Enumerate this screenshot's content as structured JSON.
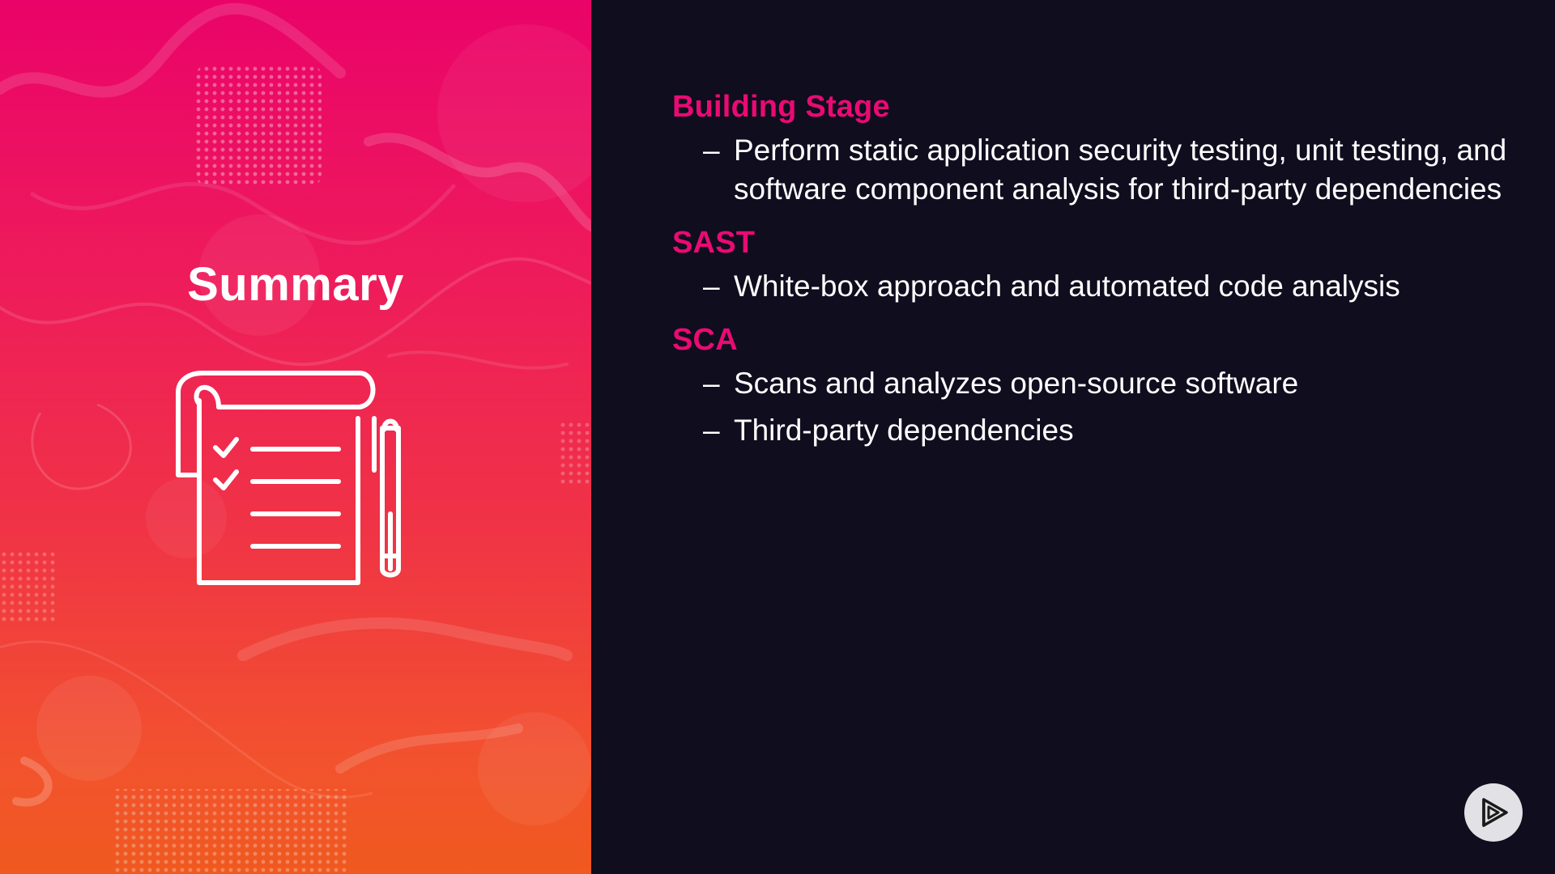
{
  "slide": {
    "title": "Summary",
    "icons": {
      "illustration": "checklist-with-pen-icon",
      "logo": "play-logo-icon"
    },
    "colors": {
      "accent": "#ea0a73",
      "background": "#0f0d1e",
      "gradient_top": "#ea0369",
      "gradient_bottom": "#f0591f",
      "text": "#ffffff"
    }
  },
  "sections": [
    {
      "heading": "Building Stage",
      "bullets": [
        "Perform static application security testing, unit testing, and software component analysis for third-party dependencies"
      ]
    },
    {
      "heading": "SAST",
      "bullets": [
        "White-box approach and automated code analysis"
      ]
    },
    {
      "heading": "SCA",
      "bullets": [
        "Scans and analyzes open-source software",
        "Third-party dependencies"
      ]
    }
  ]
}
